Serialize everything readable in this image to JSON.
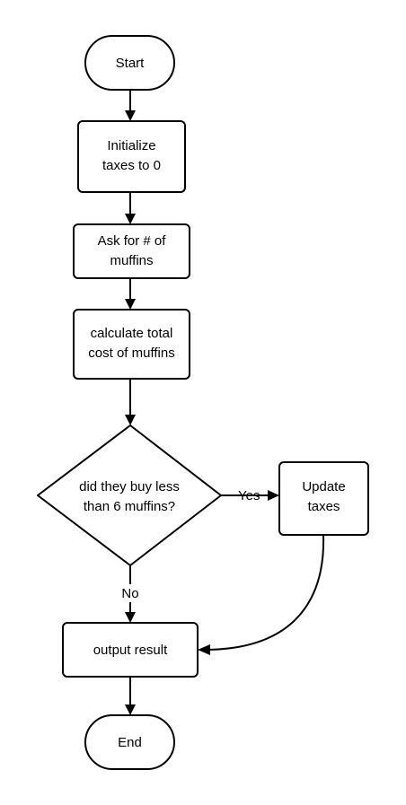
{
  "nodes": {
    "start": {
      "line1": "Start"
    },
    "init": {
      "line1": "Initialize",
      "line2": "taxes to 0"
    },
    "ask": {
      "line1": "Ask for # of",
      "line2": "muffins"
    },
    "calc": {
      "line1": "calculate total",
      "line2": "cost of muffins"
    },
    "decision": {
      "line1": "did they buy less",
      "line2": "than 6 muffins?"
    },
    "update": {
      "line1": "Update",
      "line2": "taxes"
    },
    "output": {
      "line1": "output result"
    },
    "end": {
      "line1": "End"
    }
  },
  "edges": {
    "yes_label": "Yes",
    "no_label": "No"
  }
}
